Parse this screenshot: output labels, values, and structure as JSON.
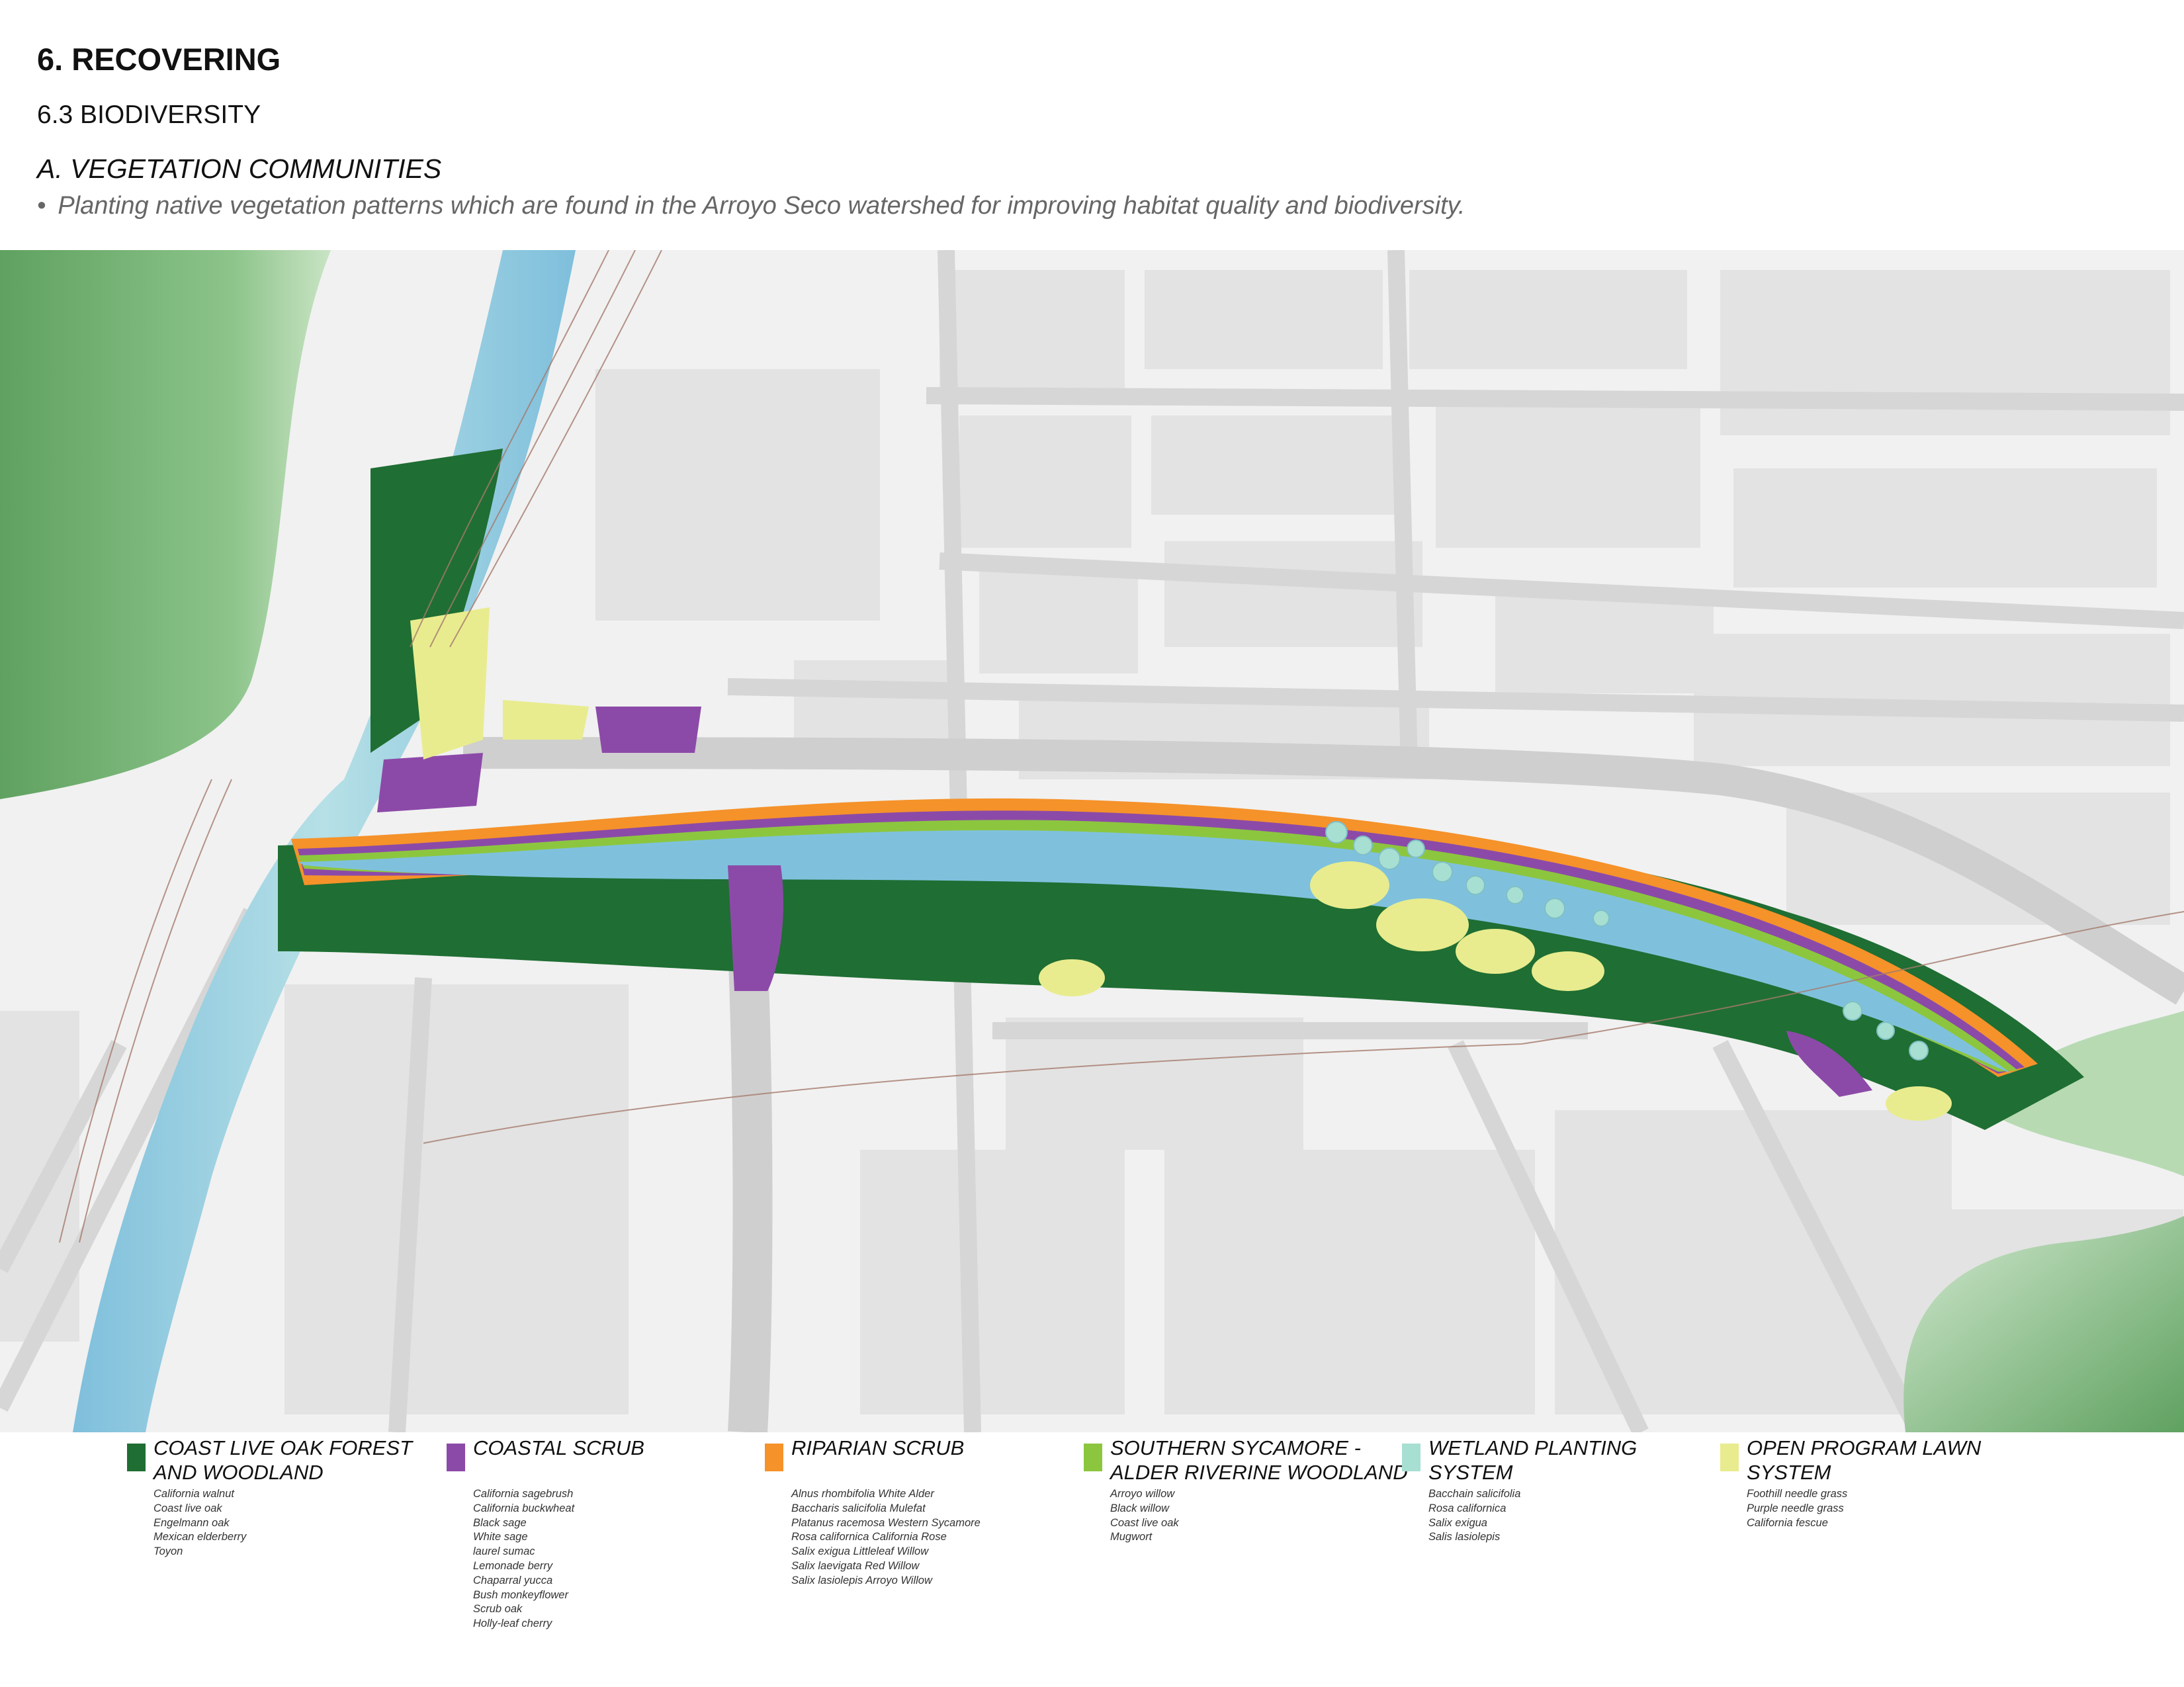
{
  "header": {
    "section": "6. RECOVERING",
    "subsection": "6.3 BIODIVERSITY",
    "heading": "A. VEGETATION COMMUNITIES",
    "bullet_symbol": "•",
    "bullet": "Planting native vegetation patterns which are found in the Arroyo Seco watershed for improving habitat quality and biodiversity."
  },
  "colors": {
    "coast_live_oak": "#1f6e33",
    "coastal_scrub": "#8c4aa8",
    "riparian_scrub": "#f5922a",
    "sycamore_alder": "#8cc63f",
    "wetland": "#a7dfd2",
    "open_lawn": "#e8ec8e",
    "river_blue": "#8ec6dd",
    "road": "#d9d9d9",
    "building": "#e4e4e4",
    "hill_green": "#6fae6c"
  },
  "legend": [
    {
      "key": "coast_live_oak",
      "title": "COAST LIVE OAK FOREST\nAND WOODLAND",
      "color": "#1f6e33",
      "species": [
        "California walnut",
        "Coast live oak",
        "Engelmann oak",
        "Mexican elderberry",
        "Toyon"
      ]
    },
    {
      "key": "coastal_scrub",
      "title": "COASTAL SCRUB",
      "color": "#8c4aa8",
      "species": [
        "California sagebrush",
        "California buckwheat",
        "Black sage",
        "White sage",
        "laurel sumac",
        "Lemonade berry",
        "Chaparral yucca",
        "Bush monkeyflower",
        "Scrub oak",
        "Holly-leaf cherry"
      ]
    },
    {
      "key": "riparian_scrub",
      "title": "RIPARIAN SCRUB",
      "color": "#f5922a",
      "species": [
        "Alnus rhombifolia White Alder",
        "Baccharis salicifolia Mulefat",
        "Platanus racemosa Western Sycamore",
        "Rosa californica California Rose",
        "Salix exigua Littleleaf Willow",
        "Salix laevigata Red Willow",
        "Salix lasiolepis Arroyo Willow"
      ]
    },
    {
      "key": "sycamore_alder",
      "title": "SOUTHERN SYCAMORE -\nALDER RIVERINE WOODLAND",
      "color": "#8cc63f",
      "species": [
        "Arroyo willow",
        "Black willow",
        "Coast live oak",
        "Mugwort"
      ]
    },
    {
      "key": "wetland",
      "title": "WETLAND PLANTING\nSYSTEM",
      "color": "#a7dfd2",
      "species": [
        "Bacchain salicifolia",
        "Rosa californica",
        "Salix exigua",
        "Salis lasiolepis"
      ]
    },
    {
      "key": "open_lawn",
      "title": "OPEN PROGRAM LAWN\nSYSTEM",
      "color": "#e8ec8e",
      "species": [
        "Foothill needle grass",
        "Purple needle grass",
        "California fescue"
      ]
    }
  ]
}
